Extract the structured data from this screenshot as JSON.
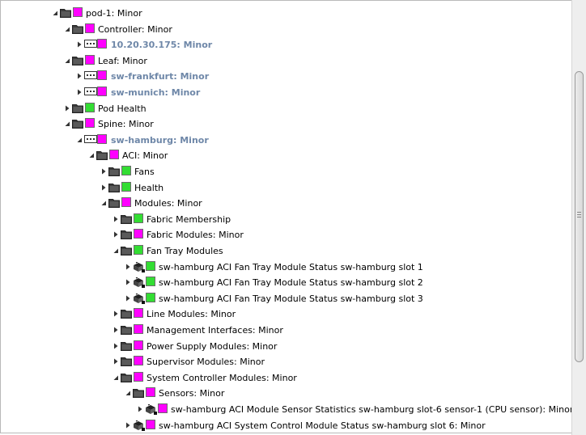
{
  "tree": {
    "rows": [
      {
        "label": "pod-1: Minor",
        "depth": 0,
        "expanded": true,
        "icon": "folder",
        "status": "magenta",
        "style": "normal"
      },
      {
        "label": "Controller: Minor",
        "depth": 1,
        "expanded": true,
        "icon": "folder",
        "status": "magenta",
        "style": "normal"
      },
      {
        "label": "10.20.30.175: Minor",
        "depth": 2,
        "expanded": false,
        "icon": "device",
        "status": "magenta",
        "style": "dev"
      },
      {
        "label": "Leaf: Minor",
        "depth": 1,
        "expanded": true,
        "icon": "folder",
        "status": "magenta",
        "style": "normal"
      },
      {
        "label": "sw-frankfurt: Minor",
        "depth": 2,
        "expanded": false,
        "icon": "device",
        "status": "magenta",
        "style": "dev"
      },
      {
        "label": "sw-munich: Minor",
        "depth": 2,
        "expanded": false,
        "icon": "device",
        "status": "magenta",
        "style": "dev"
      },
      {
        "label": "Pod Health",
        "depth": 1,
        "expanded": false,
        "icon": "folder",
        "status": "green",
        "style": "normal"
      },
      {
        "label": "Spine: Minor",
        "depth": 1,
        "expanded": true,
        "icon": "folder",
        "status": "magenta",
        "style": "normal"
      },
      {
        "label": "sw-hamburg: Minor",
        "depth": 2,
        "expanded": true,
        "icon": "device",
        "status": "magenta",
        "style": "dev"
      },
      {
        "label": "ACI: Minor",
        "depth": 3,
        "expanded": true,
        "icon": "folder",
        "status": "magenta",
        "style": "normal"
      },
      {
        "label": "Fans",
        "depth": 4,
        "expanded": false,
        "icon": "folder",
        "status": "green",
        "style": "normal"
      },
      {
        "label": "Health",
        "depth": 4,
        "expanded": false,
        "icon": "folder",
        "status": "green",
        "style": "normal"
      },
      {
        "label": "Modules: Minor",
        "depth": 4,
        "expanded": true,
        "icon": "folder",
        "status": "magenta",
        "style": "normal"
      },
      {
        "label": "Fabric Membership",
        "depth": 5,
        "expanded": false,
        "icon": "folder",
        "status": "green",
        "style": "normal"
      },
      {
        "label": "Fabric Modules: Minor",
        "depth": 5,
        "expanded": false,
        "icon": "folder",
        "status": "magenta",
        "style": "normal"
      },
      {
        "label": "Fan Tray Modules",
        "depth": 5,
        "expanded": true,
        "icon": "folder",
        "status": "green",
        "style": "normal"
      },
      {
        "label": "sw-hamburg ACI Fan Tray Module Status sw-hamburg slot 1",
        "depth": 6,
        "expanded": false,
        "icon": "plugin",
        "status": "green",
        "style": "normal"
      },
      {
        "label": "sw-hamburg ACI Fan Tray Module Status sw-hamburg slot 2",
        "depth": 6,
        "expanded": false,
        "icon": "plugin",
        "status": "green",
        "style": "normal"
      },
      {
        "label": "sw-hamburg ACI Fan Tray Module Status sw-hamburg slot 3",
        "depth": 6,
        "expanded": false,
        "icon": "plugin",
        "status": "green",
        "style": "normal"
      },
      {
        "label": "Line Modules: Minor",
        "depth": 5,
        "expanded": false,
        "icon": "folder",
        "status": "magenta",
        "style": "normal"
      },
      {
        "label": "Management Interfaces: Minor",
        "depth": 5,
        "expanded": false,
        "icon": "folder",
        "status": "magenta",
        "style": "normal"
      },
      {
        "label": "Power Supply Modules: Minor",
        "depth": 5,
        "expanded": false,
        "icon": "folder",
        "status": "magenta",
        "style": "normal"
      },
      {
        "label": "Supervisor Modules: Minor",
        "depth": 5,
        "expanded": false,
        "icon": "folder",
        "status": "magenta",
        "style": "normal"
      },
      {
        "label": "System Controller Modules: Minor",
        "depth": 5,
        "expanded": true,
        "icon": "folder",
        "status": "magenta",
        "style": "normal"
      },
      {
        "label": "Sensors: Minor",
        "depth": 6,
        "expanded": true,
        "icon": "folder",
        "status": "magenta",
        "style": "normal"
      },
      {
        "label": "sw-hamburg ACI Module Sensor Statistics sw-hamburg slot-6 sensor-1 (CPU sensor): Minor",
        "depth": 7,
        "expanded": false,
        "icon": "plugin",
        "status": "magenta",
        "style": "normal"
      },
      {
        "label": "sw-hamburg ACI System Control Module Status sw-hamburg slot 6: Minor",
        "depth": 6,
        "expanded": false,
        "icon": "plugin",
        "status": "magenta",
        "style": "normal"
      }
    ]
  },
  "colors": {
    "magenta": "#ff00ff",
    "green": "#33dd33",
    "device_text": "#6e87a8"
  }
}
